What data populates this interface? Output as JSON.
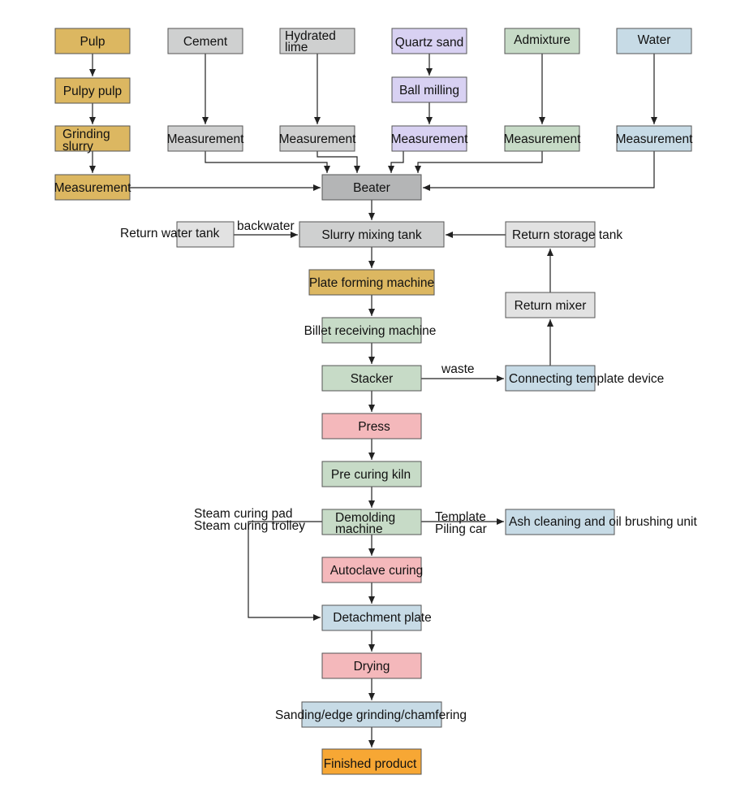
{
  "colors": {
    "tan": "#dcb761",
    "gray": "#cfd0d0",
    "light_gray": "#e2e2e2",
    "dark_gray": "#b4b5b6",
    "lavender": "#d8d1f2",
    "sage": "#c7dbc7",
    "light_blue": "#c7dbe6",
    "pink": "#f4b8bb",
    "orange": "#f7a734",
    "line": "#222222"
  },
  "nodes": [
    {
      "id": "pulp",
      "label": "Pulp",
      "lines": [
        "Pulp"
      ],
      "color": "tan"
    },
    {
      "id": "pulpy_pulp",
      "label": "Pulpy pulp",
      "lines": [
        "Pulpy pulp"
      ],
      "color": "tan"
    },
    {
      "id": "grinding_slurry",
      "label": "Grinding slurry",
      "lines": [
        "Grinding",
        "slurry"
      ],
      "color": "tan"
    },
    {
      "id": "measure_pulp",
      "label": "Measurement",
      "lines": [
        "Measurement"
      ],
      "color": "tan"
    },
    {
      "id": "cement",
      "label": "Cement",
      "lines": [
        "Cement"
      ],
      "color": "gray"
    },
    {
      "id": "measure_cement",
      "label": "Measurement",
      "lines": [
        "Measurement"
      ],
      "color": "gray"
    },
    {
      "id": "hydrated_lime",
      "label": "Hydrated lime",
      "lines": [
        "Hydrated",
        "lime"
      ],
      "color": "gray"
    },
    {
      "id": "measure_lime",
      "label": "Measurement",
      "lines": [
        "Measurement"
      ],
      "color": "gray"
    },
    {
      "id": "quartz_sand",
      "label": "Quartz sand",
      "lines": [
        "Quartz sand"
      ],
      "color": "lavender"
    },
    {
      "id": "ball_milling",
      "label": "Ball milling",
      "lines": [
        "Ball milling"
      ],
      "color": "lavender"
    },
    {
      "id": "measure_quartz",
      "label": "Measurement",
      "lines": [
        "Measurement"
      ],
      "color": "lavender"
    },
    {
      "id": "admixture",
      "label": "Admixture",
      "lines": [
        "Admixture"
      ],
      "color": "sage"
    },
    {
      "id": "measure_admixture",
      "label": "Measurement",
      "lines": [
        "Measurement"
      ],
      "color": "sage"
    },
    {
      "id": "water",
      "label": "Water",
      "lines": [
        "Water"
      ],
      "color": "light_blue"
    },
    {
      "id": "measure_water",
      "label": "Measurement",
      "lines": [
        "Measurement"
      ],
      "color": "light_blue"
    },
    {
      "id": "beater",
      "label": "Beater",
      "lines": [
        "Beater"
      ],
      "color": "dark_gray"
    },
    {
      "id": "return_water_tank",
      "label": "Return water tank",
      "lines": [
        "Return water tank"
      ],
      "color": "light_gray"
    },
    {
      "id": "slurry_mixing_tank",
      "label": "Slurry mixing tank",
      "lines": [
        "Slurry mixing tank"
      ],
      "color": "gray"
    },
    {
      "id": "return_storage_tank",
      "label": "Return storage tank",
      "lines": [
        "Return storage tank"
      ],
      "color": "light_gray"
    },
    {
      "id": "plate_forming",
      "label": "Plate forming machine",
      "lines": [
        "Plate forming machine"
      ],
      "color": "tan"
    },
    {
      "id": "return_mixer",
      "label": "Return mixer",
      "lines": [
        "Return mixer"
      ],
      "color": "light_gray"
    },
    {
      "id": "billet_receiving",
      "label": "Billet receiving machine",
      "lines": [
        "Billet receiving machine"
      ],
      "color": "sage"
    },
    {
      "id": "stacker",
      "label": "Stacker",
      "lines": [
        "Stacker"
      ],
      "color": "sage"
    },
    {
      "id": "connecting_template",
      "label": "Connecting template device",
      "lines": [
        "Connecting template device"
      ],
      "color": "light_blue"
    },
    {
      "id": "press",
      "label": "Press",
      "lines": [
        "Press"
      ],
      "color": "pink"
    },
    {
      "id": "pre_curing_kiln",
      "label": "Pre curing kiln",
      "lines": [
        "Pre curing kiln"
      ],
      "color": "sage"
    },
    {
      "id": "demolding",
      "label": "Demolding machine",
      "lines": [
        "Demolding",
        "machine"
      ],
      "color": "sage"
    },
    {
      "id": "ash_cleaning",
      "label": "Ash cleaning and oil brushing unit",
      "lines": [
        "Ash cleaning and oil brushing unit"
      ],
      "color": "light_blue"
    },
    {
      "id": "autoclave_curing",
      "label": "Autoclave curing",
      "lines": [
        "Autoclave curing"
      ],
      "color": "pink"
    },
    {
      "id": "detachment_plate",
      "label": "Detachment plate",
      "lines": [
        "Detachment plate"
      ],
      "color": "light_blue"
    },
    {
      "id": "drying",
      "label": "Drying",
      "lines": [
        "Drying"
      ],
      "color": "pink"
    },
    {
      "id": "sanding",
      "label": "Sanding/edge grinding/chamfering",
      "lines": [
        "Sanding/edge grinding/chamfering"
      ],
      "color": "light_blue"
    },
    {
      "id": "finished_product",
      "label": "Finished product",
      "lines": [
        "Finished product"
      ],
      "color": "orange"
    }
  ],
  "edges": [
    {
      "from": "pulp",
      "to": "pulpy_pulp"
    },
    {
      "from": "pulpy_pulp",
      "to": "grinding_slurry"
    },
    {
      "from": "grinding_slurry",
      "to": "measure_pulp"
    },
    {
      "from": "measure_pulp",
      "to": "beater"
    },
    {
      "from": "cement",
      "to": "measure_cement"
    },
    {
      "from": "measure_cement",
      "to": "beater"
    },
    {
      "from": "hydrated_lime",
      "to": "measure_lime"
    },
    {
      "from": "measure_lime",
      "to": "beater"
    },
    {
      "from": "quartz_sand",
      "to": "ball_milling"
    },
    {
      "from": "ball_milling",
      "to": "measure_quartz"
    },
    {
      "from": "measure_quartz",
      "to": "beater"
    },
    {
      "from": "admixture",
      "to": "measure_admixture"
    },
    {
      "from": "measure_admixture",
      "to": "beater"
    },
    {
      "from": "water",
      "to": "measure_water"
    },
    {
      "from": "measure_water",
      "to": "beater"
    },
    {
      "from": "beater",
      "to": "slurry_mixing_tank"
    },
    {
      "from": "return_water_tank",
      "to": "slurry_mixing_tank",
      "label": "backwater"
    },
    {
      "from": "return_storage_tank",
      "to": "slurry_mixing_tank"
    },
    {
      "from": "slurry_mixing_tank",
      "to": "plate_forming"
    },
    {
      "from": "plate_forming",
      "to": "billet_receiving"
    },
    {
      "from": "billet_receiving",
      "to": "stacker"
    },
    {
      "from": "stacker",
      "to": "connecting_template",
      "label": "waste"
    },
    {
      "from": "connecting_template",
      "to": "return_mixer"
    },
    {
      "from": "return_mixer",
      "to": "return_storage_tank"
    },
    {
      "from": "stacker",
      "to": "press"
    },
    {
      "from": "press",
      "to": "pre_curing_kiln"
    },
    {
      "from": "pre_curing_kiln",
      "to": "demolding"
    },
    {
      "from": "demolding",
      "to": "ash_cleaning",
      "label_lines": [
        "Template",
        "Piling car"
      ]
    },
    {
      "from": "demolding",
      "to": "autoclave_curing"
    },
    {
      "from": "demolding",
      "to": "detachment_plate",
      "label_lines": [
        "Steam curing pad",
        "Steam curing trolley"
      ]
    },
    {
      "from": "autoclave_curing",
      "to": "detachment_plate"
    },
    {
      "from": "detachment_plate",
      "to": "drying"
    },
    {
      "from": "drying",
      "to": "sanding"
    },
    {
      "from": "sanding",
      "to": "finished_product"
    }
  ]
}
